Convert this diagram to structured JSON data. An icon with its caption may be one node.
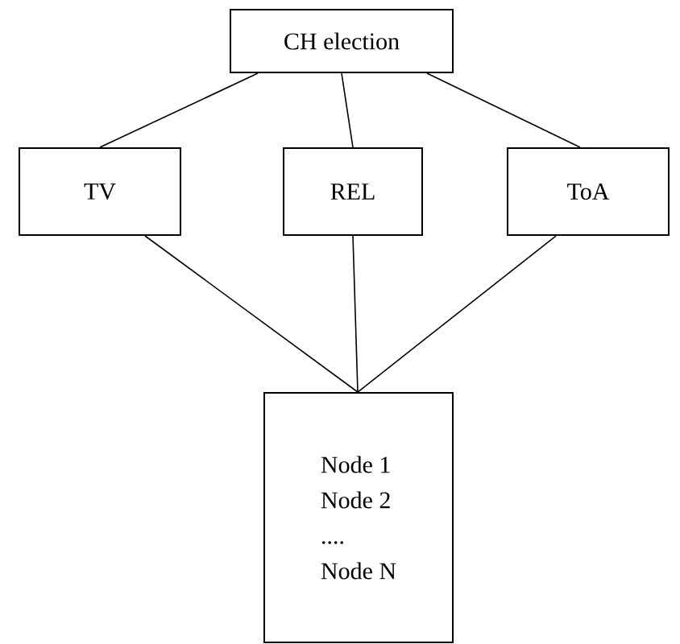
{
  "diagram": {
    "nodes": [
      {
        "text": [
          "CH election"
        ]
      },
      {
        "text": [
          "TV"
        ]
      },
      {
        "text": [
          "REL"
        ]
      },
      {
        "text": [
          "ToA"
        ]
      },
      {
        "text": [
          "Node 1",
          "Node 2",
          "....",
          "Node N"
        ]
      }
    ],
    "edges": [
      {
        "from": 0,
        "to": 1,
        "arrow": "none"
      },
      {
        "from": 0,
        "to": 2,
        "arrow": "none"
      },
      {
        "from": 0,
        "to": 3,
        "arrow": "none"
      },
      {
        "from": 1,
        "to": 4,
        "arrow": "none"
      },
      {
        "from": 2,
        "to": 4,
        "arrow": "none"
      },
      {
        "from": 3,
        "to": 4,
        "arrow": "none"
      }
    ]
  }
}
